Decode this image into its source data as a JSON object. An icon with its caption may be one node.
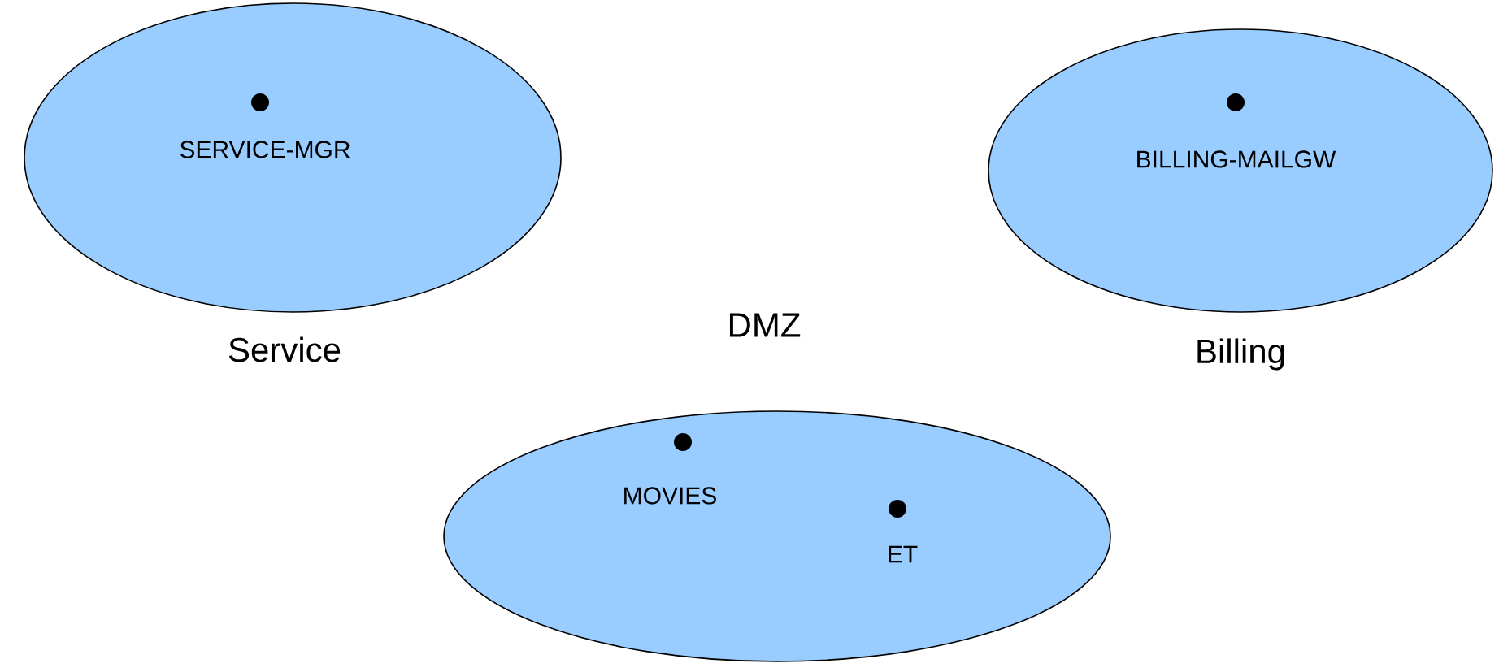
{
  "diagram": {
    "nodes": [
      {
        "text": [
          "Service"
        ]
      },
      {
        "text": [
          "SERVICE-MGR"
        ],
        "in": 0
      },
      {
        "text": [
          "Billing"
        ]
      },
      {
        "text": [
          "BILLING-MAILGW"
        ],
        "in": 2
      },
      {
        "text": [
          "DMZ"
        ]
      },
      {
        "text": [
          "MOVIES"
        ],
        "in": 4
      },
      {
        "text": [
          "ET"
        ],
        "in": 4
      }
    ]
  }
}
